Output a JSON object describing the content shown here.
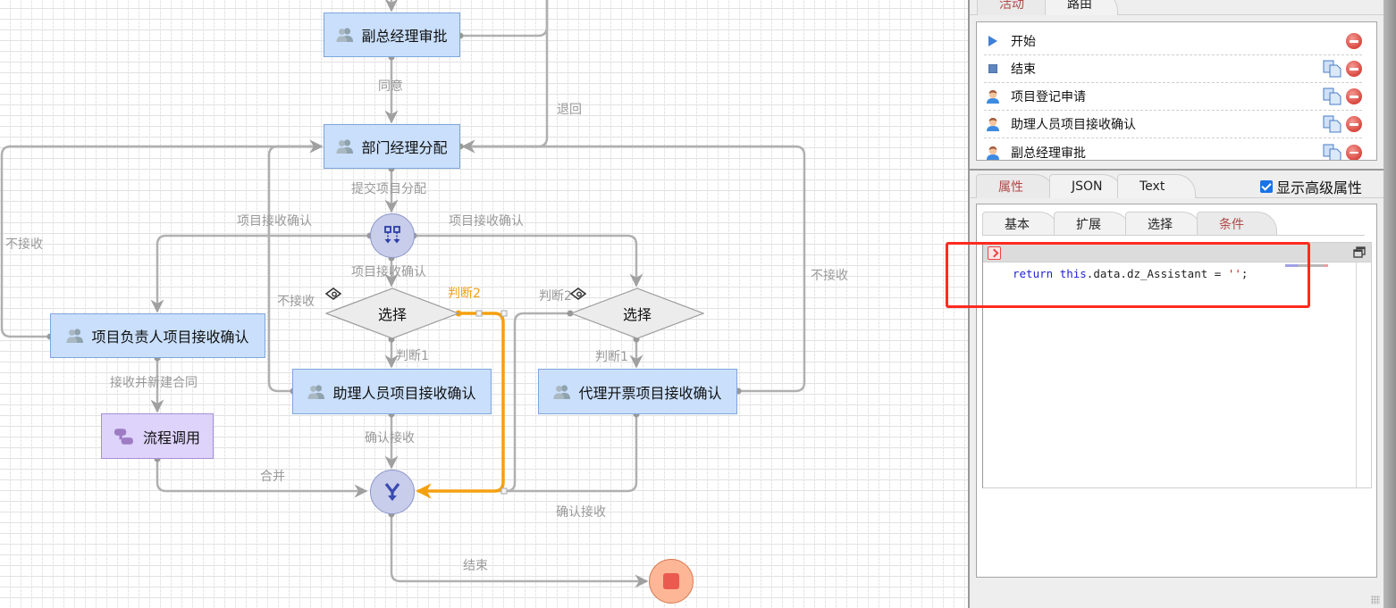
{
  "diagram": {
    "nodes": {
      "vp_approval": "副总经理审批",
      "dept_assign": "部门经理分配",
      "pm_confirm": "项目负责人项目接收确认",
      "assistant_confirm": "助理人员项目接收确认",
      "agent_invoice_confirm": "代理开票项目接收确认",
      "subprocess": "流程调用",
      "choice_left": "选择",
      "choice_right": "选择"
    },
    "edge_labels": {
      "agree": "同意",
      "return": "退回",
      "submit_assign": "提交项目分配",
      "confirm_left": "项目接收确认",
      "confirm_right": "项目接收确认",
      "confirm_down": "项目接收确认",
      "reject_far_left": "不接收",
      "reject_left": "不接收",
      "reject_right": "不接收",
      "judge2_left": "判断2",
      "judge1_left": "判断1",
      "judge2_right": "判断2",
      "judge1_right": "判断1",
      "accept_new_contract": "接收并新建合同",
      "confirm_accept_left": "确认接收",
      "confirm_accept_right": "确认接收",
      "merge": "合并",
      "end": "结束"
    },
    "colors": {
      "task_fill": "#c9dffb",
      "subprocess_fill": "#ddd3fb",
      "gateway_fill": "#c7cdea",
      "end_fill": "#fdb797",
      "edge": "#b0b0b0",
      "selected_edge": "#f5a00f"
    }
  },
  "panel": {
    "top_tabs": [
      {
        "label": "活动",
        "active": true
      },
      {
        "label": "路由",
        "active": false
      }
    ],
    "activities": [
      {
        "label": "开始",
        "icon": "start-triangle-icon",
        "copy": false
      },
      {
        "label": "结束",
        "icon": "end-square-icon",
        "copy": true
      },
      {
        "label": "项目登记申请",
        "icon": "user-icon",
        "copy": true
      },
      {
        "label": "助理人员项目接收确认",
        "icon": "user-icon",
        "copy": true
      },
      {
        "label": "副总经理审批",
        "icon": "user-icon",
        "copy": true
      }
    ],
    "prop_tabs": [
      {
        "label": "属性",
        "active": true
      },
      {
        "label": "JSON",
        "active": false
      },
      {
        "label": "Text",
        "active": false
      }
    ],
    "show_advanced": {
      "label": "显示高级属性",
      "checked": true
    },
    "sub_tabs": [
      {
        "label": "基本",
        "active": false
      },
      {
        "label": "扩展",
        "active": false
      },
      {
        "label": "选择",
        "active": false
      },
      {
        "label": "条件",
        "active": true
      }
    ],
    "code": {
      "kw_return": "return",
      "kw_this": "this",
      "rest": ".data.dz_Assistant = ",
      "str": "''",
      "end": ";"
    }
  },
  "annotation": {
    "color": "#ff2a1f"
  }
}
